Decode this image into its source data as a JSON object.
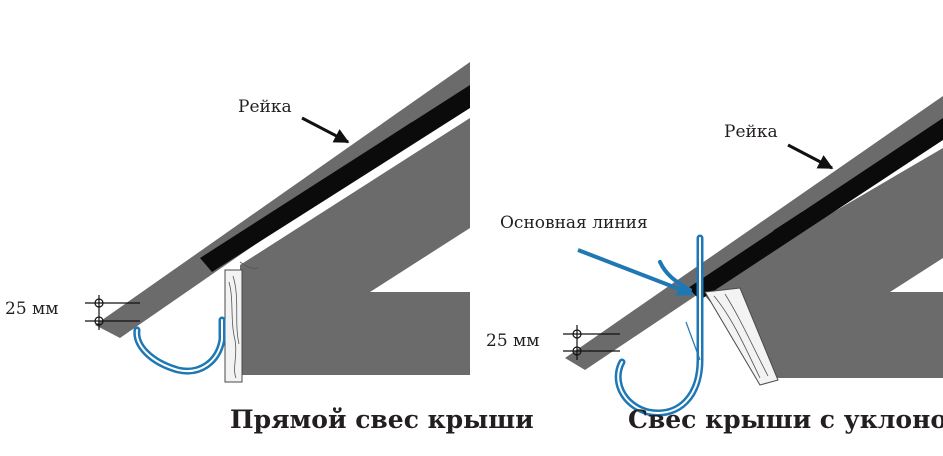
{
  "left": {
    "rail_label": "Рейка",
    "dim_label": "25 мм",
    "caption": "Прямой свес крыши"
  },
  "right": {
    "rail_label": "Рейка",
    "baseline_label": "Основная линия",
    "dim_label": "25 мм",
    "caption": "Свес крыши с уклоном"
  },
  "colors": {
    "gutter": "#1f78b4",
    "roof": "#6b6b6b",
    "battens": "#0b0b0b"
  }
}
